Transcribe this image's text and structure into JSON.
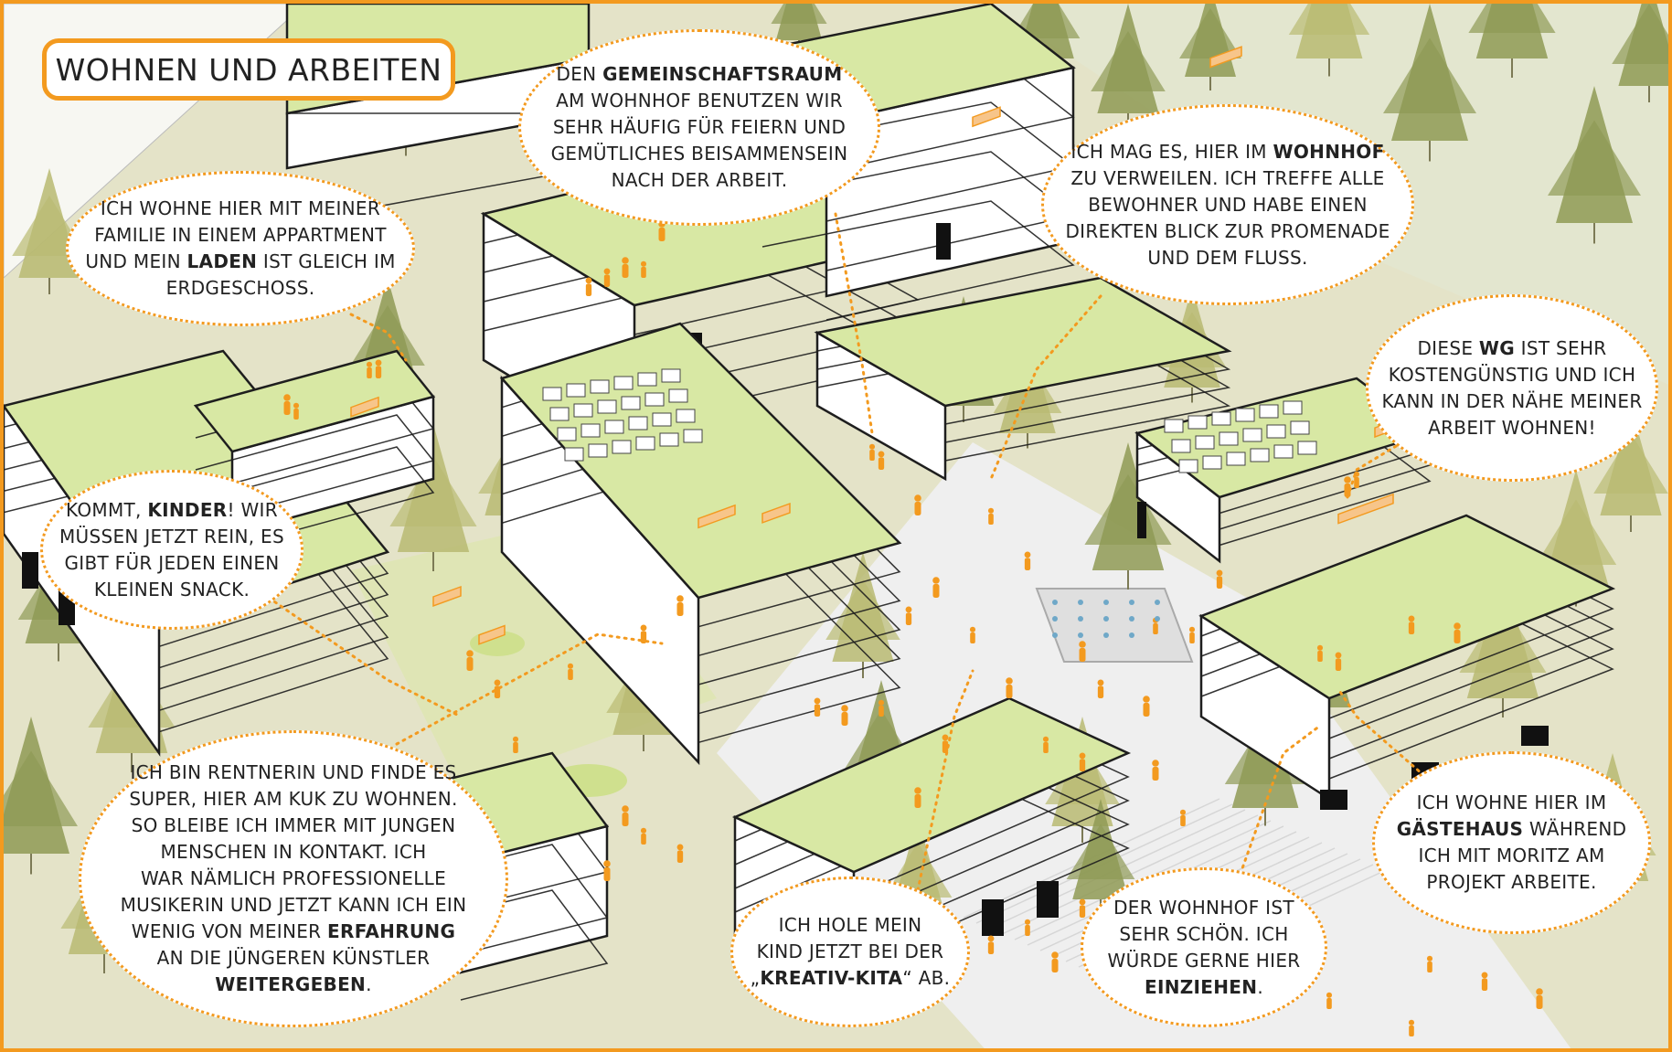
{
  "title": "WOHNEN UND ARBEITEN",
  "colors": {
    "frame": "#f39a1f",
    "roof_green": "#d8e8a4",
    "ground": "#e4e3c8",
    "plaza": "#efefef",
    "tree": "#b9ba72",
    "tree_dark": "#8f9a55",
    "people": "#f39a1f",
    "building_line": "#1e1e1e"
  },
  "bubbles": [
    {
      "id": "family",
      "lines": [
        [
          {
            "t": "ICH WOHNE HIER MIT MEINER"
          }
        ],
        [
          {
            "t": "FAMILIE IN EINEM APPARTMENT"
          }
        ],
        [
          {
            "t": "UND MEIN "
          },
          {
            "t": "LADEN",
            "b": true
          },
          {
            "t": " IST GLEICH IM"
          }
        ],
        [
          {
            "t": "ERDGESCHOSS."
          }
        ]
      ]
    },
    {
      "id": "gemeinschaftsraum",
      "lines": [
        [
          {
            "t": "DEN "
          },
          {
            "t": "GEMEINSCHAFTSRAUM",
            "b": true
          }
        ],
        [
          {
            "t": "AM WOHNHOF BENUTZEN WIR"
          }
        ],
        [
          {
            "t": "SEHR HÄUFIG FÜR FEIERN UND"
          }
        ],
        [
          {
            "t": "GEMÜTLICHES BEISAMMENSEIN"
          }
        ],
        [
          {
            "t": "NACH DER ARBEIT."
          }
        ]
      ]
    },
    {
      "id": "wohnhof",
      "lines": [
        [
          {
            "t": "ICH MAG ES, HIER IM "
          },
          {
            "t": "WOHNHOF",
            "b": true
          }
        ],
        [
          {
            "t": "ZU VERWEILEN. ICH TREFFE ALLE"
          }
        ],
        [
          {
            "t": "BEWOHNER UND HABE EINEN"
          }
        ],
        [
          {
            "t": "DIREKTEN BLICK ZUR PROMENADE"
          }
        ],
        [
          {
            "t": "UND DEM FLUSS."
          }
        ]
      ]
    },
    {
      "id": "wg",
      "lines": [
        [
          {
            "t": "DIESE "
          },
          {
            "t": "WG",
            "b": true
          },
          {
            "t": " IST SEHR"
          }
        ],
        [
          {
            "t": "KOSTENGÜNSTIG UND ICH"
          }
        ],
        [
          {
            "t": "KANN IN DER NÄHE MEINER"
          }
        ],
        [
          {
            "t": "ARBEIT WOHNEN!"
          }
        ]
      ]
    },
    {
      "id": "kinder",
      "lines": [
        [
          {
            "t": "KOMMT, "
          },
          {
            "t": "KINDER",
            "b": true
          },
          {
            "t": "! WIR"
          }
        ],
        [
          {
            "t": "MÜSSEN JETZT REIN, ES"
          }
        ],
        [
          {
            "t": "GIBT FÜR JEDEN EINEN"
          }
        ],
        [
          {
            "t": "KLEINEN SNACK."
          }
        ]
      ]
    },
    {
      "id": "rentnerin",
      "lines": [
        [
          {
            "t": "ICH BIN RENTNERIN UND FINDE ES"
          }
        ],
        [
          {
            "t": "SUPER, HIER AM KUK ZU WOHNEN."
          }
        ],
        [
          {
            "t": "SO BLEIBE ICH IMMER MIT JUNGEN"
          }
        ],
        [
          {
            "t": "MENSCHEN IN KONTAKT. ICH"
          }
        ],
        [
          {
            "t": "WAR NÄMLICH PROFESSIONELLE"
          }
        ],
        [
          {
            "t": "MUSIKERIN UND JETZT KANN ICH EIN"
          }
        ],
        [
          {
            "t": "WENIG VON MEINER "
          },
          {
            "t": "ERFAHRUNG",
            "b": true
          }
        ],
        [
          {
            "t": "AN DIE JÜNGEREN KÜNSTLER"
          }
        ],
        [
          {
            "t": "WEITERGEBEN",
            "b": true
          },
          {
            "t": "."
          }
        ]
      ]
    },
    {
      "id": "kita",
      "lines": [
        [
          {
            "t": "ICH HOLE MEIN"
          }
        ],
        [
          {
            "t": "KIND JETZT BEI DER"
          }
        ],
        [
          {
            "t": "„"
          },
          {
            "t": "KREATIV-KITA",
            "b": true
          },
          {
            "t": "“ AB."
          }
        ]
      ]
    },
    {
      "id": "einziehen",
      "lines": [
        [
          {
            "t": "DER WOHNHOF IST"
          }
        ],
        [
          {
            "t": "SEHR SCHÖN. ICH"
          }
        ],
        [
          {
            "t": "WÜRDE GERNE HIER"
          }
        ],
        [
          {
            "t": "EINZIEHEN",
            "b": true
          },
          {
            "t": "."
          }
        ]
      ]
    },
    {
      "id": "gaestehaus",
      "lines": [
        [
          {
            "t": "ICH WOHNE HIER IM"
          }
        ],
        [
          {
            "t": "GÄSTEHAUS",
            "b": true
          },
          {
            "t": " WÄHREND"
          }
        ],
        [
          {
            "t": "ICH MIT MORITZ AM"
          }
        ],
        [
          {
            "t": "PROJEKT ARBEITE."
          }
        ]
      ]
    }
  ]
}
